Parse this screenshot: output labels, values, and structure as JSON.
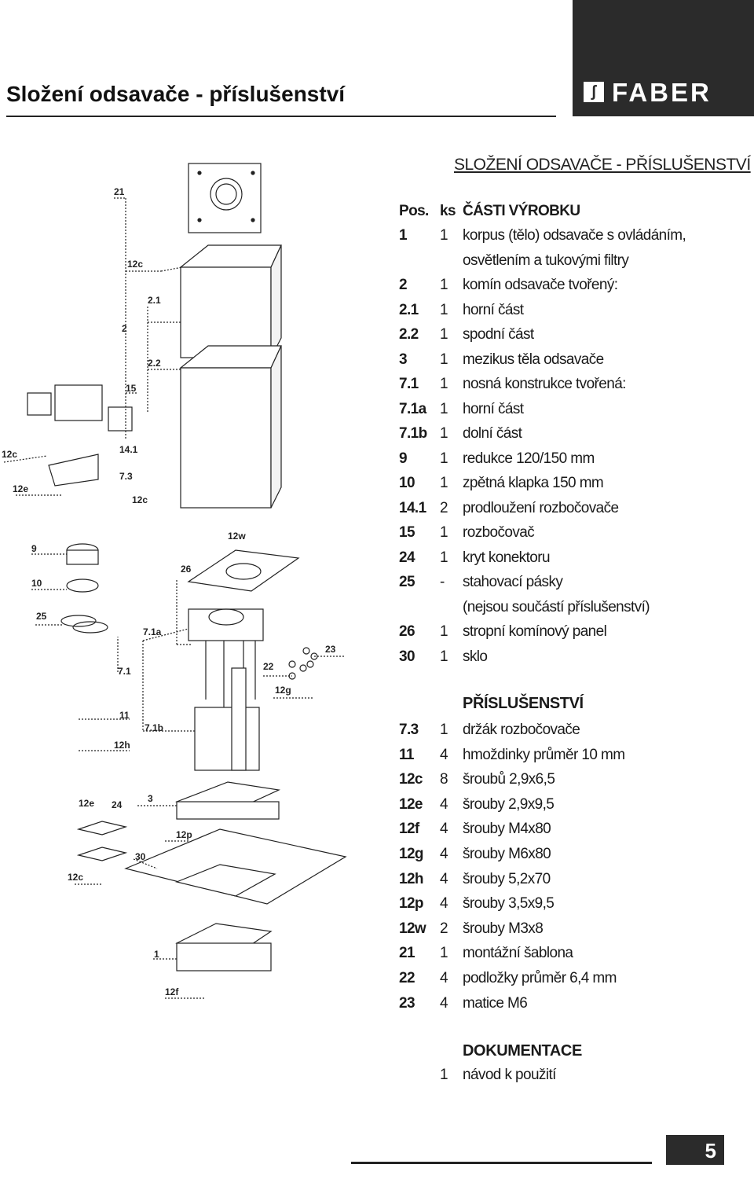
{
  "header": {
    "title": "Složení odsavače - příslušenství",
    "logo_text": "FABER",
    "logo_mark": "ʃ"
  },
  "section_title": "SLOŽENÍ ODSAVAČE - PŘÍSLUŠENSTVÍ",
  "parts_header": {
    "pos": "Pos.",
    "ks": "ks",
    "desc": "ČÁSTI VÝROBKU"
  },
  "parts": [
    {
      "pos": "1",
      "ks": "1",
      "desc": "korpus (tělo) odsavače s ovládáním,"
    },
    {
      "pos": "",
      "ks": "",
      "desc": "osvětlením a tukovými filtry"
    },
    {
      "pos": "2",
      "ks": "1",
      "desc": "komín odsavače tvořený:"
    },
    {
      "pos": "2.1",
      "ks": "1",
      "desc": "horní část"
    },
    {
      "pos": "2.2",
      "ks": "1",
      "desc": "spodní část"
    },
    {
      "pos": "3",
      "ks": "1",
      "desc": "mezikus těla odsavače"
    },
    {
      "pos": "7.1",
      "ks": "1",
      "desc": "nosná konstrukce tvořená:"
    },
    {
      "pos": "7.1a",
      "ks": "1",
      "desc": "horní část"
    },
    {
      "pos": "7.1b",
      "ks": "1",
      "desc": "dolní část"
    },
    {
      "pos": "9",
      "ks": "1",
      "desc": "redukce 120/150 mm"
    },
    {
      "pos": "10",
      "ks": "1",
      "desc": "zpětná klapka 150 mm"
    },
    {
      "pos": "14.1",
      "ks": "2",
      "desc": "prodloužení rozbočovače"
    },
    {
      "pos": "15",
      "ks": "1",
      "desc": "rozbočovač"
    },
    {
      "pos": "24",
      "ks": "1",
      "desc": "kryt konektoru"
    },
    {
      "pos": "25",
      "ks": "-",
      "desc": "stahovací pásky"
    },
    {
      "pos": "",
      "ks": "",
      "desc": "(nejsou součástí příslušenství)"
    },
    {
      "pos": "26",
      "ks": "1",
      "desc": "stropní komínový panel"
    },
    {
      "pos": "30",
      "ks": "1",
      "desc": "sklo"
    }
  ],
  "accessories_title": "PŘÍSLUŠENSTVÍ",
  "accessories": [
    {
      "pos": "7.3",
      "ks": "1",
      "desc": "držák rozbočovače"
    },
    {
      "pos": "11",
      "ks": "4",
      "desc": "hmoždinky průměr 10 mm"
    },
    {
      "pos": "12c",
      "ks": "8",
      "desc": "šroubů 2,9x6,5"
    },
    {
      "pos": "12e",
      "ks": "4",
      "desc": "šrouby 2,9x9,5"
    },
    {
      "pos": "12f",
      "ks": "4",
      "desc": "šrouby M4x80"
    },
    {
      "pos": "12g",
      "ks": "4",
      "desc": "šrouby M6x80"
    },
    {
      "pos": "12h",
      "ks": "4",
      "desc": "šrouby 5,2x70"
    },
    {
      "pos": "12p",
      "ks": "4",
      "desc": "šrouby 3,5x9,5"
    },
    {
      "pos": "12w",
      "ks": "2",
      "desc": "šrouby M3x8"
    },
    {
      "pos": "21",
      "ks": "1",
      "desc": "montážní šablona"
    },
    {
      "pos": "22",
      "ks": "4",
      "desc": "podložky průměr 6,4 mm"
    },
    {
      "pos": "23",
      "ks": "4",
      "desc": "matice M6"
    }
  ],
  "documentation_title": "DOKUMENTACE",
  "documentation": [
    {
      "ks": "1",
      "desc": "návod k použití"
    }
  ],
  "diagram_labels": {
    "l21": "21",
    "l12c_a": "12c",
    "l2_1": "2.1",
    "l2": "2",
    "l2_2": "2.2",
    "l15": "15",
    "l12c_b": "12c",
    "l14_1": "14.1",
    "l12e_a": "12e",
    "l7_3": "7.3",
    "l12c_c": "12c",
    "l12w": "12w",
    "l9": "9",
    "l26": "26",
    "l10": "10",
    "l25": "25",
    "l7_1a": "7.1a",
    "l23": "23",
    "l22": "22",
    "l7_1": "7.1",
    "l12g": "12g",
    "l11": "11",
    "l7_1b": "7.1b",
    "l12h": "12h",
    "l3": "3",
    "l12e_b": "12e",
    "l24": "24",
    "l12p": "12p",
    "l30": "30",
    "l12c_d": "12c",
    "l1": "1",
    "l12f": "12f"
  },
  "page_number": "5"
}
